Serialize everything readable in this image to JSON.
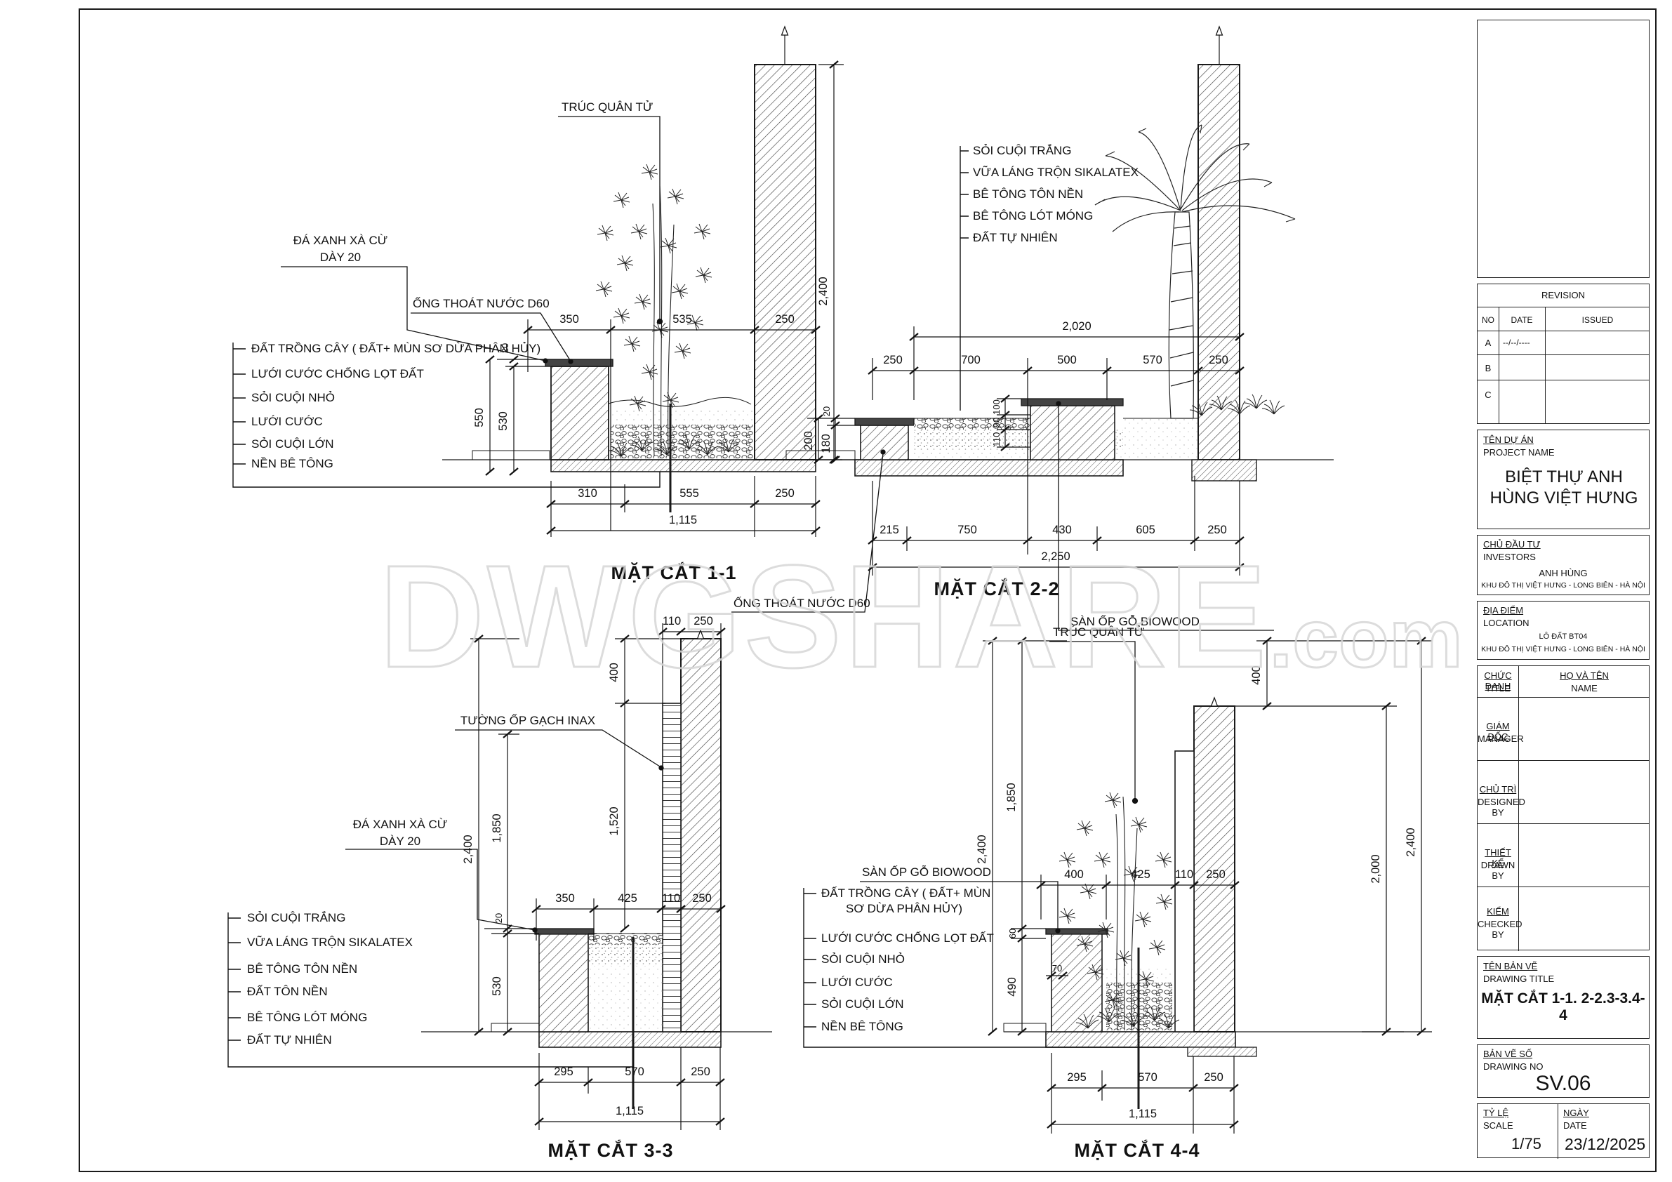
{
  "watermark": {
    "main": "DWGSHARE",
    "suffix": ".com"
  },
  "s11": {
    "title": "MẶT CẮT 1-1",
    "callout_plant": "TRÚC QUÂN TỬ",
    "callout_stone1": "ĐÁ XANH XÀ CỪ",
    "callout_stone2": "DÀY 20",
    "callout_pipe": "ỐNG THOÁT NƯỚC D60",
    "materials": [
      "ĐẤT TRỒNG CÂY ( ĐẤT+ MÙN SƠ DỪA PHÂN HỦY)",
      "LƯỚI CƯỚC CHỐNG LỌT ĐẤT",
      "SỎI CUỘI NHỎ",
      "LƯỚI CƯỚC",
      "SỎI CUỘI LỚN",
      "NỀN BÊ TÔNG"
    ],
    "dim_top": [
      "350",
      "535",
      "250"
    ],
    "dim_h": "2,400",
    "dim_v20": "20",
    "dim_v550": "550",
    "dim_v530": "530",
    "dim_bottom": [
      "310",
      "555",
      "250"
    ],
    "dim_total": "1,115"
  },
  "s22": {
    "title": "MẶT CẮT 2-2",
    "materials": [
      "SỎI CUỘI TRẮNG",
      "VỮA LÁNG TRỘN SIKALATEX",
      "BÊ TÔNG TÔN NỀN",
      "BÊ TÔNG LÓT MÓNG",
      "ĐẤT TỰ NHIÊN"
    ],
    "callout_pipe": "ỐNG THOÁT NƯỚC D60",
    "callout_wood": "SÀN ỐP GỖ BIOWOOD",
    "dim_overall_top": "2,020",
    "dim_top": [
      "250",
      "700",
      "500",
      "570",
      "250"
    ],
    "dim_left": [
      "20",
      "180",
      "200"
    ],
    "dim_mid": [
      "100",
      "90",
      "110"
    ],
    "dim_bottom": [
      "215",
      "750",
      "430",
      "605",
      "250"
    ],
    "dim_total": "2,250"
  },
  "s33": {
    "title": "MẶT CẮT 3-3",
    "callout_tile": "TƯỜNG ỐP GẠCH INAX",
    "callout_stone1": "ĐÁ XANH XÀ CỪ",
    "callout_stone2": "DÀY 20",
    "materials": [
      "SỎI CUỘI TRẮNG",
      "VỮA LÁNG TRỘN SIKALATEX",
      "BÊ TÔNG TÔN NỀN",
      "ĐẤT TÔN NỀN",
      "BÊ TÔNG LÓT MÓNG",
      "ĐẤT TỰ NHIÊN"
    ],
    "dim_top": [
      "110",
      "250"
    ],
    "dim_2400": "2,400",
    "dim_1850": "1,850",
    "dim_20": "20",
    "dim_530": "530",
    "dim_400": "400",
    "dim_1520": "1,520",
    "dim_mid": [
      "350",
      "425",
      "110",
      "250"
    ],
    "dim_bottom": [
      "295",
      "570",
      "250"
    ],
    "dim_total": "1,115"
  },
  "s44": {
    "title": "MẶT CẮT 4-4",
    "callout_plant": "TRÚC QUÂN TỬ",
    "callout_wood": "SÀN ỐP GỖ BIOWOOD",
    "material_line1": "ĐẤT TRỒNG CÂY ( ĐẤT+ MÙN",
    "material_line2": "SƠ DỪA PHÂN HỦY)",
    "materials": [
      "LƯỚI CƯỚC CHỐNG LỌT ĐẤT",
      "SỎI CUỘI NHỎ",
      "LƯỚI CƯỚC",
      "SỎI CUỘI LỚN",
      "NỀN BÊ TÔNG"
    ],
    "dim_2400_l": "2,400",
    "dim_1850": "1,850",
    "dim_60": "60",
    "dim_490": "490",
    "dim_70": "70",
    "dim_mid": [
      "400",
      "425",
      "110",
      "250"
    ],
    "dim_400_r": "400",
    "dim_2000": "2,000",
    "dim_2400_r": "2,400",
    "dim_bottom": [
      "295",
      "570",
      "250"
    ],
    "dim_total": "1,115"
  },
  "titleblock": {
    "revision": "REVISION",
    "no": "NO",
    "date": "DATE",
    "issued": "ISSUED",
    "rows": [
      {
        "no": "A",
        "date": "--/--/----"
      },
      {
        "no": "B",
        "date": ""
      },
      {
        "no": "C",
        "date": ""
      }
    ],
    "project_label_vi": "TÊN DỰ ÁN",
    "project_label_en": "PROJECT NAME",
    "project_name": "BIỆT THỰ ANH HÙNG VIỆT HƯNG",
    "investor_label_vi": "CHỦ ĐẦU TƯ",
    "investor_label_en": "INVESTORS",
    "investor_name": "ANH HÙNG",
    "investor_address": "KHU ĐÔ THỊ VIỆT HƯNG - LONG BIÊN - HÀ NỘI",
    "location_label_vi": "ĐỊA ĐIỂM",
    "location_label_en": "LOCATION",
    "location_lot": "LÔ ĐẤT BT04",
    "location_address": "KHU ĐÔ THỊ VIỆT HƯNG - LONG BIÊN - HÀ NỘI",
    "role_label_vi": "CHỨC DANH",
    "role_label_en": "TITLE",
    "name_label_vi": "HỌ VÀ TÊN",
    "name_label_en": "NAME",
    "roles": [
      {
        "vi": "GIÁM ĐỐC",
        "en": "MANAGER"
      },
      {
        "vi": "CHỦ TRÌ",
        "en": "DESIGNED BY"
      },
      {
        "vi": "THIẾT KẾ",
        "en": "DRAWN BY"
      },
      {
        "vi": "KIỂM",
        "en": "CHECKED BY"
      }
    ],
    "dtitle_label_vi": "TÊN BẢN VẼ",
    "dtitle_label_en": "DRAWING TITLE",
    "drawing_title": "MẶT CẮT 1-1. 2-2.3-3.4-4",
    "dno_label_vi": "BẢN VẼ SỐ",
    "dno_label_en": "DRAWING NO",
    "drawing_no": "SV.06",
    "scale_label_vi": "TỶ LỆ",
    "scale_label_en": "SCALE",
    "scale": "1/75",
    "date_label_vi": "NGÀY",
    "date_label_en": "DATE",
    "date_value": "23/12/2025"
  }
}
